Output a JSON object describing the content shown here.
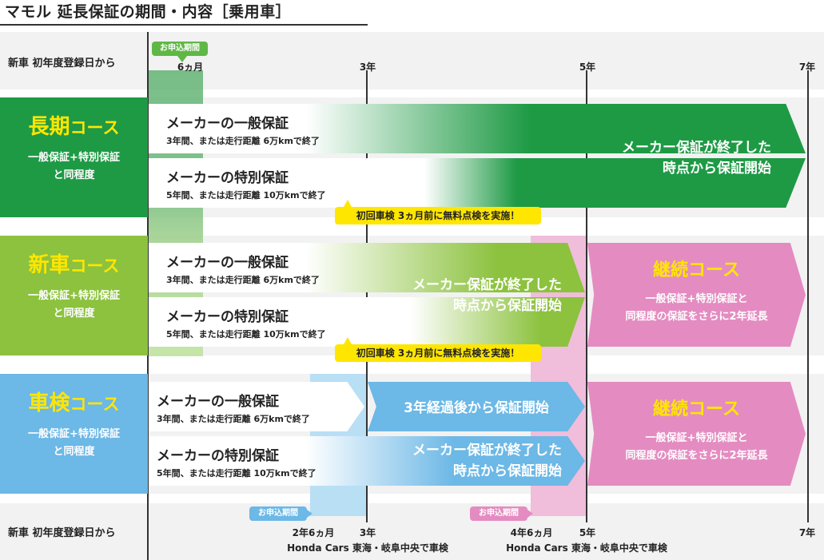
{
  "page_title": "マモル 延長保証の期間・内容［乗用車］",
  "axis": {
    "top_label": "新車 初年度登録日から",
    "bottom_label": "新車 初年度登録日から",
    "top_years": [
      "6ヵ月",
      "3年",
      "5年",
      "7年"
    ],
    "bottom_years": [
      "2年6ヵ月",
      "3年",
      "4年6ヵ月",
      "5年",
      "7年"
    ],
    "apply_tag": "お申込期間",
    "shops": [
      "Honda Cars 東海・岐阜中央で車検",
      "Honda Cars 東海・岐阜中央で車検"
    ]
  },
  "courses": [
    {
      "name_main": "長期",
      "name_suffix": "コース",
      "desc_line1": "一般保証+特別保証",
      "desc_line2": "と同程度",
      "bar1_title": "メーカーの一般保証",
      "bar1_sub": "3年間、または走行距離 6万kmで終了",
      "bar2_title": "メーカーの特別保証",
      "bar2_sub": "5年間、または走行距離 10万kmで終了",
      "msg_line1": "メーカー保証が終了した",
      "msg_line2": "時点から保証開始",
      "notice": "初回車検 3ヵ月前に無料点検を実施！"
    },
    {
      "name_main": "新車",
      "name_suffix": "コース",
      "desc_line1": "一般保証+特別保証",
      "desc_line2": "と同程度",
      "bar1_title": "メーカーの一般保証",
      "bar1_sub": "3年間、または走行距離 6万kmで終了",
      "bar2_title": "メーカーの特別保証",
      "bar2_sub": "5年間、または走行距離 10万kmで終了",
      "msg_line1": "メーカー保証が終了した",
      "msg_line2": "時点から保証開始",
      "notice": "初回車検 3ヵ月前に無料点検を実施！",
      "cont_title": "継続コース",
      "cont_line1": "一般保証+特別保証と",
      "cont_line2": "同程度の保証をさらに2年延長"
    },
    {
      "name_main": "車検",
      "name_suffix": "コース",
      "desc_line1": "一般保証+特別保証",
      "desc_line2": "と同程度",
      "bar1_title": "メーカーの一般保証",
      "bar1_sub": "3年間、または走行距離 6万kmで終了",
      "bar2_title": "メーカーの特別保証",
      "bar2_sub": "5年間、または走行距離 10万kmで終了",
      "msg_a": "3年経過後から保証開始",
      "msg_line1": "メーカー保証が終了した",
      "msg_line2": "時点から保証開始",
      "cont_title": "継続コース",
      "cont_line1": "一般保証+特別保証と",
      "cont_line2": "同程度の保証をさらに2年延長"
    }
  ],
  "colors": {
    "long_green": "#1e9a45",
    "new_green": "#8cc23e",
    "inspect_blue": "#6cb8e6",
    "continue_pink": "#e48cc1",
    "notice_yellow": "#ffe600",
    "course_title_yellow": "#ffe600"
  }
}
